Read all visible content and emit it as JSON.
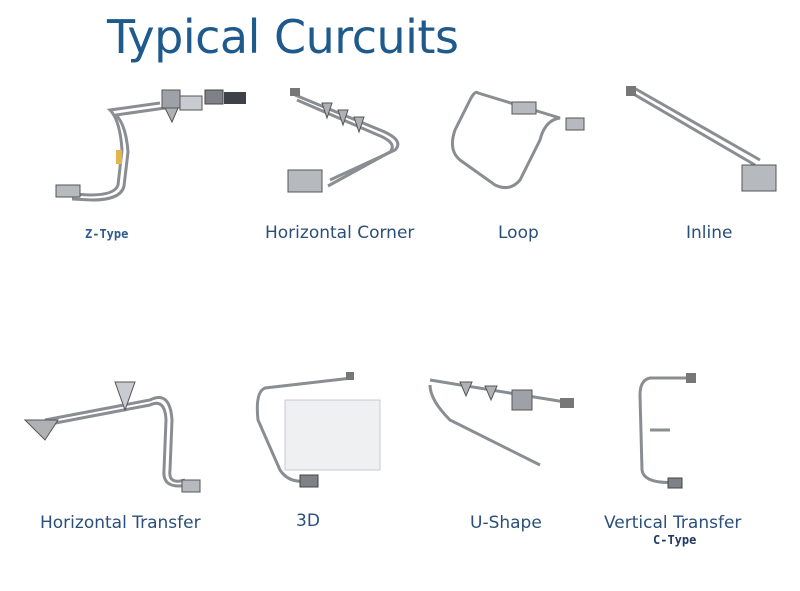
{
  "title": "Typical Curcuits",
  "circuits": [
    {
      "label": "Z-Type",
      "icon": "z-type-conveyor-icon"
    },
    {
      "label": "Horizontal Corner",
      "icon": "horizontal-corner-conveyor-icon"
    },
    {
      "label": "Loop",
      "icon": "loop-conveyor-icon"
    },
    {
      "label": "Inline",
      "icon": "inline-conveyor-icon"
    },
    {
      "label": "Horizontal Transfer",
      "icon": "horizontal-transfer-conveyor-icon"
    },
    {
      "label": "3D",
      "icon": "3d-conveyor-icon"
    },
    {
      "label": "U-Shape",
      "icon": "u-shape-conveyor-icon"
    },
    {
      "label": "Vertical Transfer",
      "icon": "vertical-transfer-conveyor-icon",
      "sublabel": "C-Type"
    }
  ]
}
